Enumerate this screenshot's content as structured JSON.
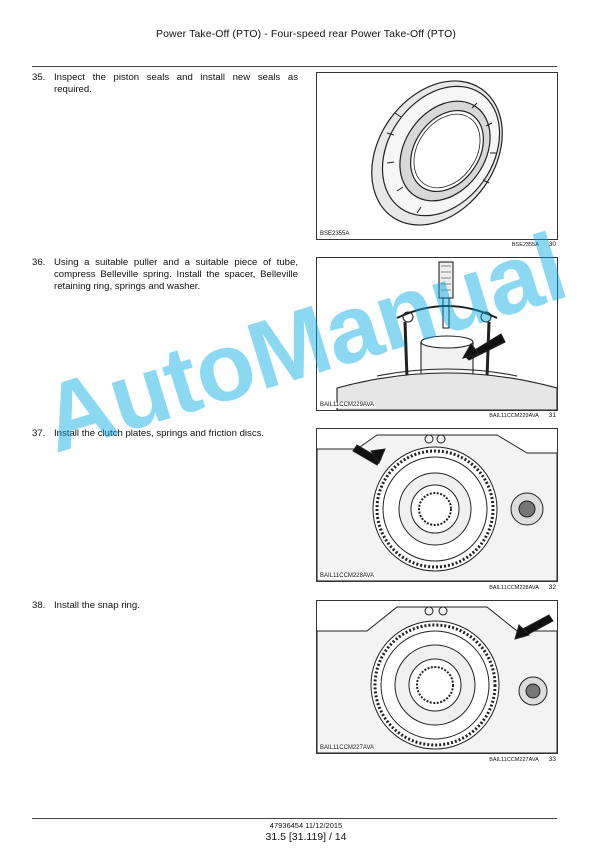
{
  "header": {
    "title": "Power Take-Off (PTO) - Four-speed rear Power Take-Off (PTO)"
  },
  "steps": [
    {
      "number": "35.",
      "text": "Inspect the piston seals and install new seals as required.",
      "figure_tag": "BSE2355A",
      "caption_code": "BSE2355A",
      "figure_number": "30"
    },
    {
      "number": "36.",
      "text": "Using a suitable puller and a suitable piece of tube, compress Belleville spring. Install the spacer, Belleville retaining ring, springs and washer.",
      "figure_tag": "BAIL11CCM229AVA",
      "caption_code": "BAIL11CCM229AVA",
      "figure_number": "31"
    },
    {
      "number": "37.",
      "text": "Install the clutch plates, springs and friction discs.",
      "figure_tag": "BAIL11CCM228AVA",
      "caption_code": "BAIL11CCM228AVA",
      "figure_number": "32"
    },
    {
      "number": "38.",
      "text": "Install the snap ring.",
      "figure_tag": "BAIL11CCM227AVA",
      "caption_code": "BAIL11CCM227AVA",
      "figure_number": "33"
    }
  ],
  "watermark": "AutoManual",
  "footer": {
    "doc_ref": "47936454 11/12/2015",
    "page_ref": "31.5 [31.119] / 14"
  }
}
